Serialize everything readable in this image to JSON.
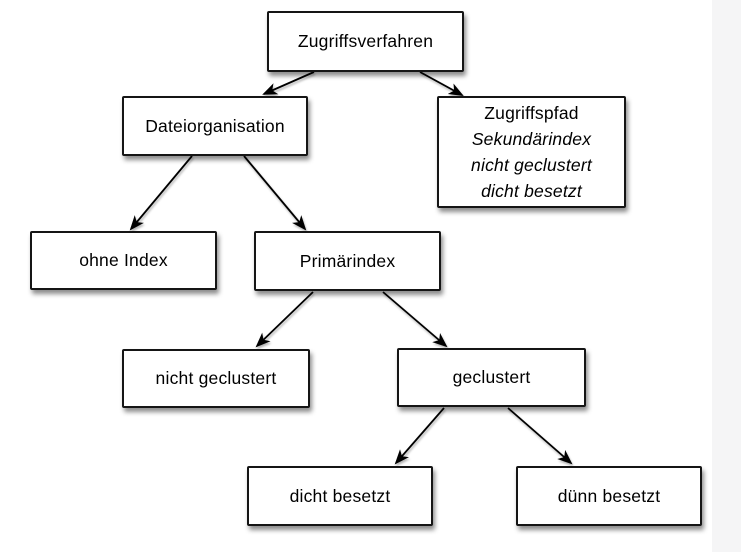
{
  "page": {
    "background_color": "#ffffff",
    "right_margin_color": "#f5f5f6"
  },
  "diagram": {
    "type": "tree",
    "colors": {
      "box_fill": "#ffffff",
      "box_border": "#151515",
      "text": "#000000",
      "arrow": "#000000"
    },
    "nodes": {
      "zugriffsverfahren": {
        "label": "Zugriffsverfahren"
      },
      "dateiorganisation": {
        "label": "Dateiorganisation"
      },
      "zugriffspfad": {
        "lines": [
          "Zugriffspfad",
          "Sekundärindex",
          "nicht geclustert",
          "dicht besetzt"
        ],
        "italic_lines": [
          1,
          2,
          3
        ]
      },
      "ohne_index": {
        "label": "ohne Index"
      },
      "primaerindex": {
        "label": "Primärindex"
      },
      "nicht_geclustert": {
        "label": "nicht geclustert"
      },
      "geclustert": {
        "label": "geclustert"
      },
      "dicht_besetzt": {
        "label": "dicht besetzt"
      },
      "duenn_besetzt": {
        "label": "dünn besetzt"
      }
    },
    "edges": [
      {
        "from": "zugriffsverfahren",
        "to": "dateiorganisation"
      },
      {
        "from": "zugriffsverfahren",
        "to": "zugriffspfad"
      },
      {
        "from": "dateiorganisation",
        "to": "ohne_index"
      },
      {
        "from": "dateiorganisation",
        "to": "primaerindex"
      },
      {
        "from": "primaerindex",
        "to": "nicht_geclustert"
      },
      {
        "from": "primaerindex",
        "to": "geclustert"
      },
      {
        "from": "geclustert",
        "to": "dicht_besetzt"
      },
      {
        "from": "geclustert",
        "to": "duenn_besetzt"
      }
    ]
  }
}
